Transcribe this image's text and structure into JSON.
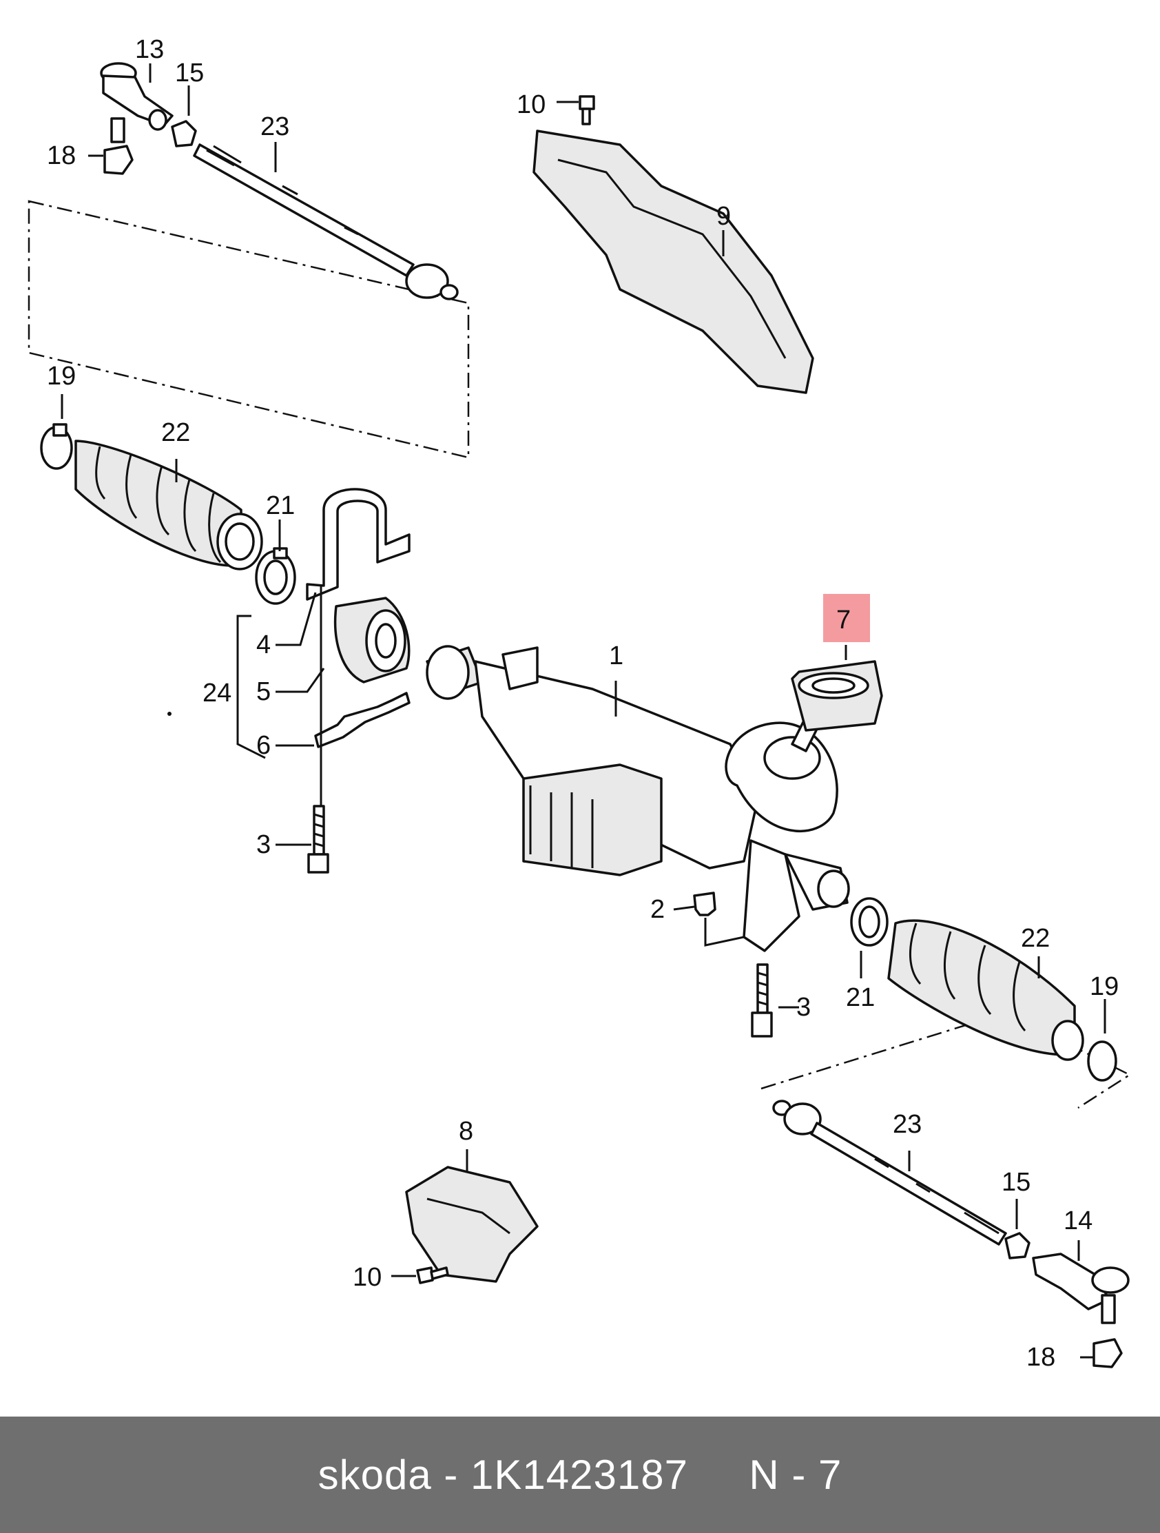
{
  "callouts": {
    "c1": "1",
    "c2": "2",
    "c3a": "3",
    "c3b": "3",
    "c4": "4",
    "c5": "5",
    "c6": "6",
    "c7": "7",
    "c8": "8",
    "c9": "9",
    "c10a": "10",
    "c10b": "10",
    "c13": "13",
    "c14": "14",
    "c15a": "15",
    "c15b": "15",
    "c18a": "18",
    "c18b": "18",
    "c19a": "19",
    "c19b": "19",
    "c21a": "21",
    "c21b": "21",
    "c22a": "22",
    "c22b": "22",
    "c23a": "23",
    "c23b": "23",
    "c24": "24"
  },
  "highlight": {
    "part_number": "7",
    "color": "#f49ba0"
  },
  "footer": {
    "brand": "skoda",
    "article": "1K1423187",
    "position": "N - 7",
    "separator": " - ",
    "background": "#6f6f6f"
  }
}
